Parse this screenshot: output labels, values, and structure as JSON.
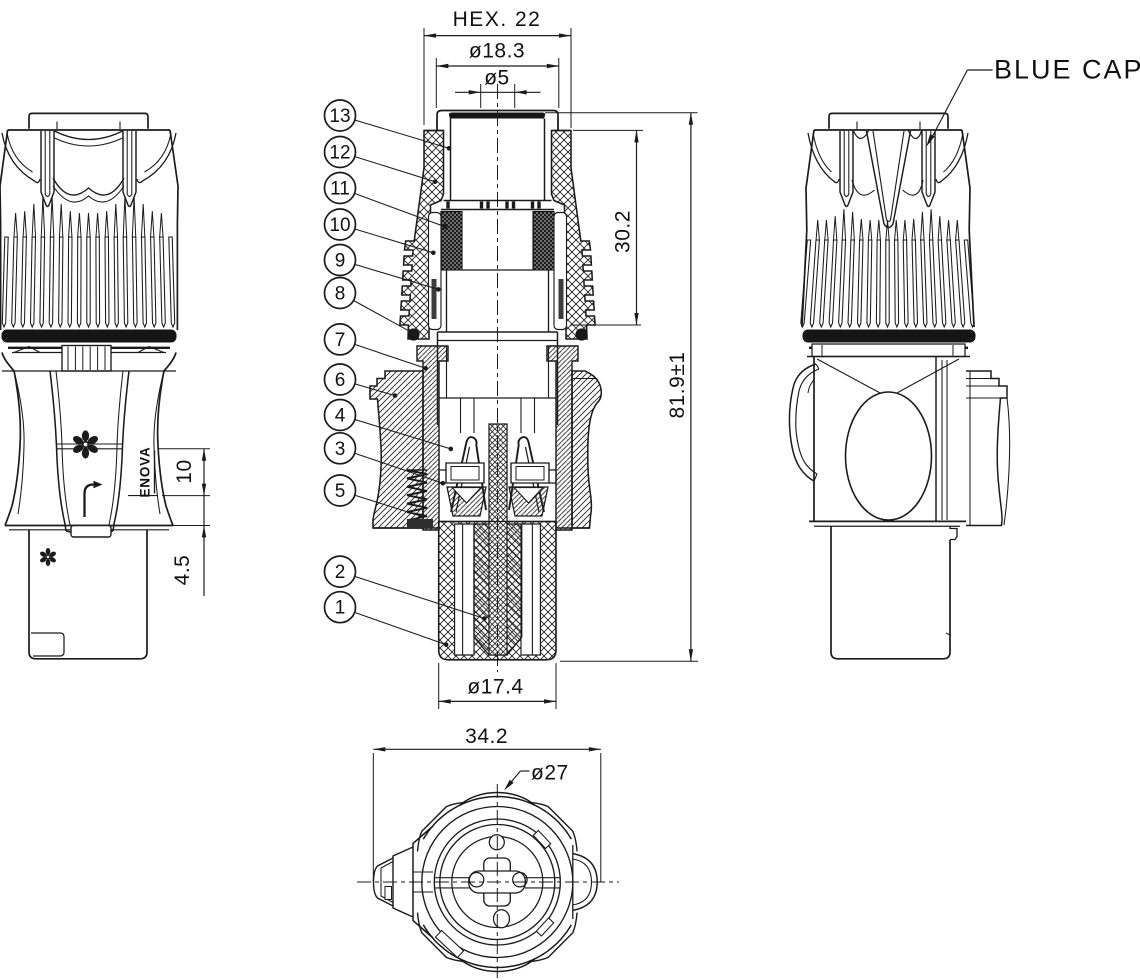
{
  "drawing": {
    "type": "technical-drawing",
    "subject": "audio cable connector with blue cap - assembly section views",
    "callout": "BLUE CAP",
    "brand": "ENOVA",
    "balloons": [
      "13",
      "12",
      "11",
      "10",
      "9",
      "8",
      "7",
      "6",
      "4",
      "3",
      "5",
      "2",
      "1"
    ],
    "dimensions": {
      "hex_width": "HEX. 22",
      "dia_cap": "ø18.3",
      "dia_hole": "ø5",
      "height_upper": "30.2",
      "height_total": "81.9±1",
      "dia_boot": "ø17.4",
      "width_front": "34.2",
      "dia_face": "ø27",
      "len10": "10",
      "len45": "4.5"
    },
    "line_color": "#1b1b1b",
    "background": "#ffffff"
  }
}
